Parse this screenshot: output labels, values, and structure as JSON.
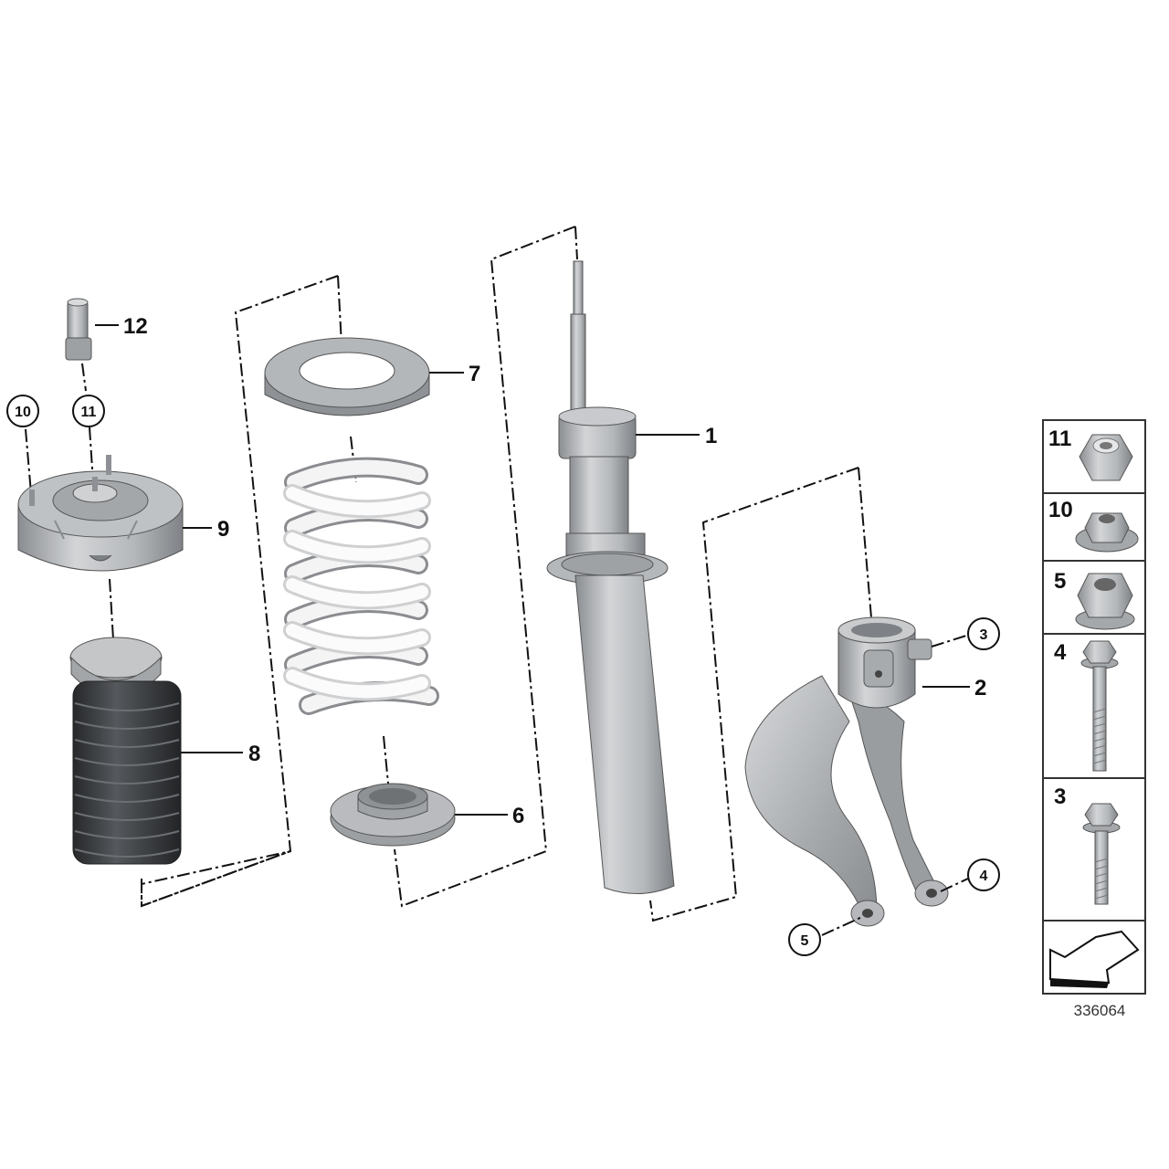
{
  "callouts": {
    "c1": "1",
    "c2": "2",
    "c3": "3",
    "c4": "4",
    "c5": "5",
    "c6": "6",
    "c7": "7",
    "c8": "8",
    "c9": "9",
    "c10": "10",
    "c11": "11",
    "c12": "12"
  },
  "legend_panel": {
    "items": [
      {
        "label": "11",
        "part": "self-locking-nut"
      },
      {
        "label": "10",
        "part": "flanged-nut"
      },
      {
        "label": "5",
        "part": "hex-collar-nut"
      },
      {
        "label": "4",
        "part": "long-hex-bolt"
      },
      {
        "label": "3",
        "part": "short-hex-bolt"
      }
    ],
    "arrow_icon": "front-direction-arrow-icon"
  },
  "diagram_ref": "336064",
  "colors": {
    "metal_light": "#c9cbcd",
    "metal_mid": "#a9acaf",
    "metal_dark": "#7d8084",
    "rubber": "#3b3d40",
    "spring": "#f2f2f2",
    "line": "#111111"
  }
}
